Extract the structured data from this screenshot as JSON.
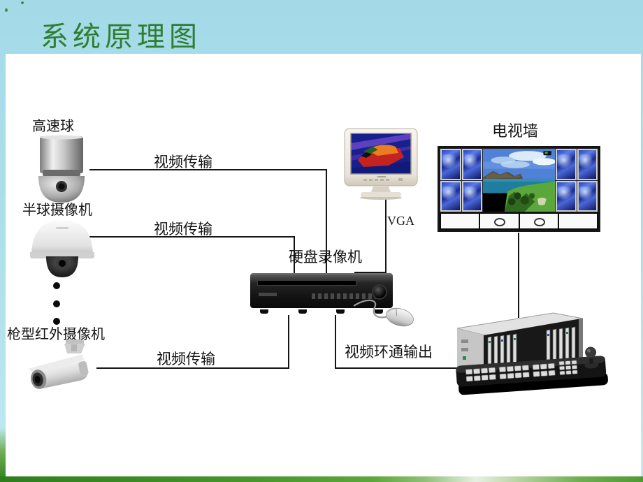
{
  "title": {
    "text": "系统原理图",
    "color": "#2f7d31"
  },
  "diagram": {
    "cameras": {
      "speed_dome": {
        "label": "高速球"
      },
      "half_dome": {
        "label": "半球摄像机"
      },
      "bullet_ir": {
        "label": "枪型红外摄像机"
      }
    },
    "devices": {
      "dvr": {
        "label": "硬盘录像机"
      },
      "tv_wall": {
        "label": "电视墙"
      }
    },
    "connections": {
      "trans1": {
        "label": "视频传输"
      },
      "trans2": {
        "label": "视频传输"
      },
      "trans3": {
        "label": "视频传输"
      },
      "vga": {
        "label": "VGA"
      },
      "loop_out": {
        "label": "视频环通输出"
      }
    },
    "colors": {
      "line": "#151515",
      "sky": "#a4dae8",
      "grass": "#3f8c26",
      "panel": "#ffffff",
      "title": "#2f7d31"
    }
  }
}
